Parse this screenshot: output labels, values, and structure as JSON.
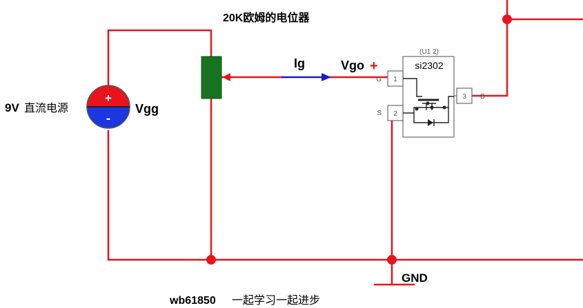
{
  "labels": {
    "pot_title": "20K欧姆的电位器",
    "source_prefix": "9V",
    "source_cjk": "直流电源",
    "source_name": "Vgg",
    "source_plus": "+",
    "source_minus": "-",
    "current_label": "Ig",
    "gate_voltage": "Vgo",
    "gate_plus": "+",
    "mosfet_part": "si2302",
    "mosfet_ref": "(U1 2)",
    "pin_g": "G",
    "pin_s": "S",
    "pin_d": "D",
    "pin_1": "1",
    "pin_2": "2",
    "pin_3": "3",
    "ground": "GND",
    "footer_id": "wb61850",
    "footer_cjk": "一起学习一起进步"
  },
  "colors": {
    "wire": "#e8141c",
    "junction": "#e8141c",
    "current_arrow": "#1a1acc",
    "pot_body": "#17731f",
    "source_top": "#e8141c",
    "source_bottom": "#1c36e0",
    "component_outline": "#6b6b6b"
  }
}
